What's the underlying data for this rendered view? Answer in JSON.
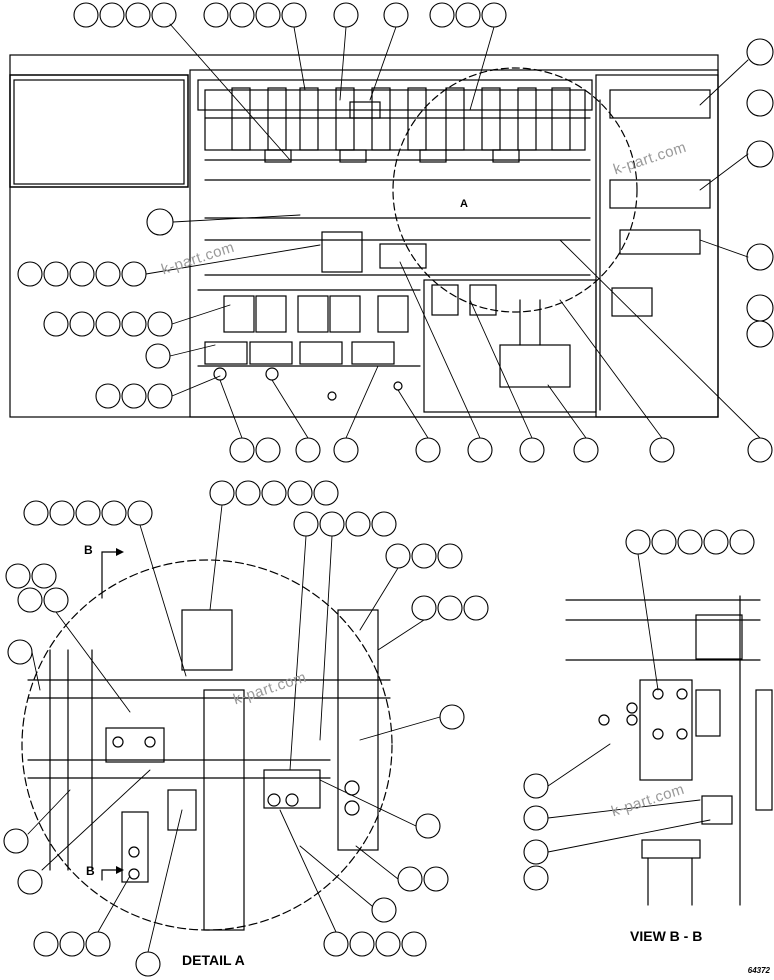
{
  "labels": {
    "view_a_marker": "A",
    "section_marker_top": "B",
    "section_marker_bottom": "B",
    "detail_caption": "DETAIL A",
    "view_caption": "VIEW B - B",
    "drawing_number": "64372"
  },
  "watermarks": [
    "k-part.com",
    "k-part.com",
    "k-part.com",
    "k-part.com"
  ]
}
